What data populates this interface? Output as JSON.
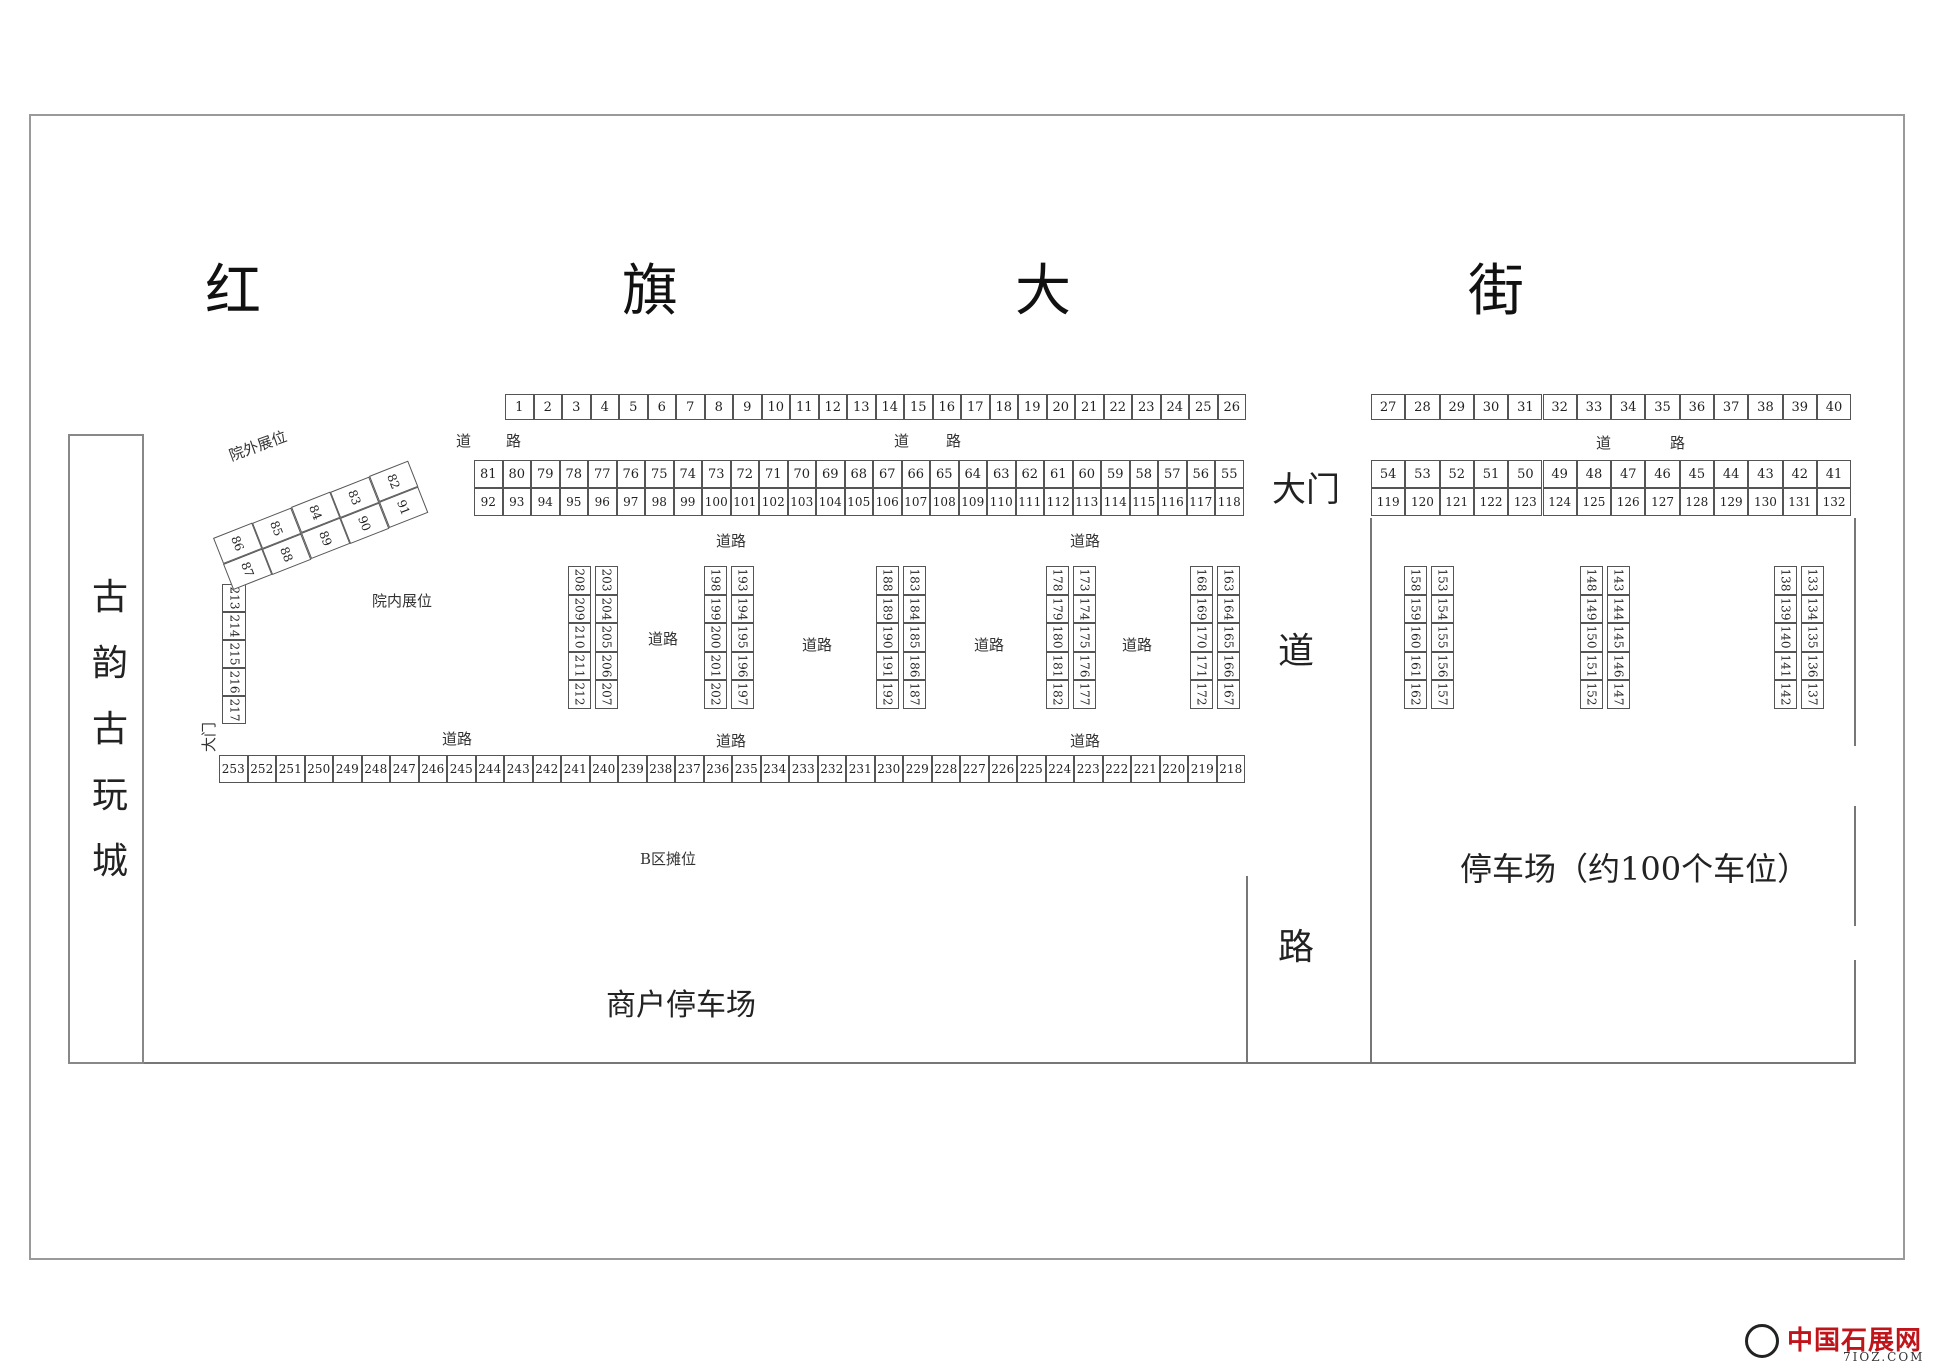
{
  "street_title": [
    "红",
    "旗",
    "大",
    "街"
  ],
  "side_mall": "古韵古玩城",
  "gate_road": [
    "大门",
    "道",
    "路"
  ],
  "labels": {
    "outdoor": "院外展位",
    "indoor": "院内展位",
    "road": "道路",
    "road_split": [
      "道",
      "路"
    ],
    "area_stalls": "B区摊位",
    "merchant_parking": "商户停车场",
    "parking": "停车场（约100个车位）",
    "side_gate": "大门"
  },
  "rows": {
    "top_left": [
      "1",
      "2",
      "3",
      "4",
      "5",
      "6",
      "7",
      "8",
      "9",
      "10",
      "11",
      "12",
      "13",
      "14",
      "15",
      "16",
      "17",
      "18",
      "19",
      "20",
      "21",
      "22",
      "23",
      "24",
      "25",
      "26"
    ],
    "top_right": [
      "27",
      "28",
      "29",
      "30",
      "31",
      "32",
      "33",
      "34",
      "35",
      "36",
      "37",
      "38",
      "39",
      "40"
    ],
    "row_a_left": [
      "81",
      "80",
      "79",
      "78",
      "77",
      "76",
      "75",
      "74",
      "73",
      "72",
      "71",
      "70",
      "69",
      "68",
      "67",
      "66",
      "65",
      "64",
      "63",
      "62",
      "61",
      "60",
      "59",
      "58",
      "57",
      "56",
      "55"
    ],
    "row_b_left": [
      "92",
      "93",
      "94",
      "95",
      "96",
      "97",
      "98",
      "99",
      "100",
      "101",
      "102",
      "103",
      "104",
      "105",
      "106",
      "107",
      "108",
      "109",
      "110",
      "111",
      "112",
      "113",
      "114",
      "115",
      "116",
      "117",
      "118"
    ],
    "row_a_right": [
      "54",
      "53",
      "52",
      "51",
      "50",
      "49",
      "48",
      "47",
      "46",
      "45",
      "44",
      "43",
      "42",
      "41"
    ],
    "row_b_right": [
      "119",
      "120",
      "121",
      "122",
      "123",
      "124",
      "125",
      "126",
      "127",
      "128",
      "129",
      "130",
      "131",
      "132"
    ],
    "diag_a": [
      "86",
      "85",
      "84",
      "83",
      "82"
    ],
    "diag_b": [
      "87",
      "88",
      "89",
      "90",
      "91"
    ],
    "left_col": [
      "213",
      "214",
      "215",
      "216",
      "217"
    ],
    "bottom": [
      "253",
      "252",
      "251",
      "250",
      "249",
      "248",
      "247",
      "246",
      "245",
      "244",
      "243",
      "242",
      "241",
      "240",
      "239",
      "238",
      "237",
      "236",
      "235",
      "234",
      "233",
      "232",
      "231",
      "230",
      "229",
      "228",
      "227",
      "226",
      "225",
      "224",
      "223",
      "222",
      "221",
      "220",
      "219",
      "218"
    ]
  },
  "blocks": [
    [
      [
        "208",
        "209",
        "210",
        "211",
        "212"
      ],
      [
        "203",
        "204",
        "205",
        "206",
        "207"
      ]
    ],
    [
      [
        "198",
        "199",
        "200",
        "201",
        "202"
      ],
      [
        "193",
        "194",
        "195",
        "196",
        "197"
      ]
    ],
    [
      [
        "188",
        "189",
        "190",
        "191",
        "192"
      ],
      [
        "183",
        "184",
        "185",
        "186",
        "187"
      ]
    ],
    [
      [
        "178",
        "179",
        "180",
        "181",
        "182"
      ],
      [
        "173",
        "174",
        "175",
        "176",
        "177"
      ]
    ],
    [
      [
        "168",
        "169",
        "170",
        "171",
        "172"
      ],
      [
        "163",
        "164",
        "165",
        "166",
        "167"
      ]
    ],
    [
      [
        "158",
        "159",
        "160",
        "161",
        "162"
      ],
      [
        "153",
        "154",
        "155",
        "156",
        "157"
      ]
    ],
    [
      [
        "148",
        "149",
        "150",
        "151",
        "152"
      ],
      [
        "143",
        "144",
        "145",
        "146",
        "147"
      ]
    ],
    [
      [
        "138",
        "139",
        "140",
        "141",
        "142"
      ],
      [
        "133",
        "134",
        "135",
        "136",
        "137"
      ]
    ]
  ],
  "watermark": {
    "name": "中国石展网",
    "site": "7IOZ.COM",
    "color": "#c0141b"
  }
}
